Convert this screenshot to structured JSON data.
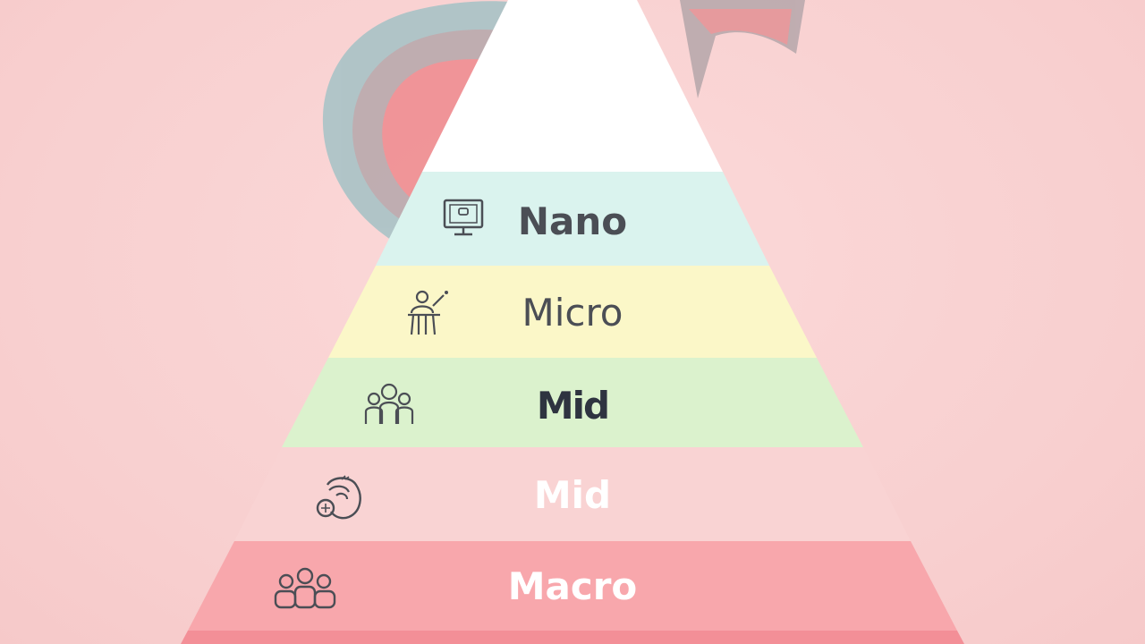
{
  "pyramid": {
    "tiers": [
      {
        "label": "Nano",
        "icon": "monitor-icon",
        "color": "#daf3ee",
        "text_color": "#4b4e55"
      },
      {
        "label": "Micro",
        "icon": "person-presenting-icon",
        "color": "#fbf7c8",
        "text_color": "#4b4e55"
      },
      {
        "label": "Mid",
        "icon": "group-icon",
        "color": "#dbf2cd",
        "text_color": "#2e3440"
      },
      {
        "label": "Mid",
        "icon": "hands-heart-icon",
        "color": "#f9d3d3",
        "text_color": "#ffffff"
      },
      {
        "label": "Macro",
        "icon": "team-icon",
        "color": "#f8a7ac",
        "text_color": "#ffffff"
      }
    ],
    "apex_color": "#ffffff",
    "base_color": "#f38f97"
  },
  "background": {
    "logo_colors": [
      "#a9c3c6",
      "#b9a9ad",
      "#f08e92"
    ]
  }
}
